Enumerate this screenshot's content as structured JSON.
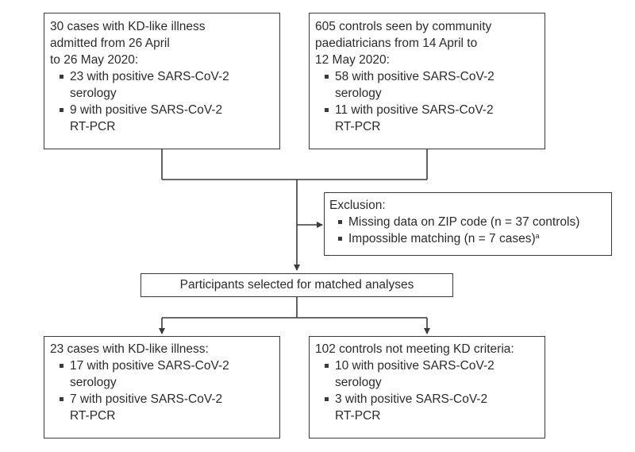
{
  "boxes": {
    "cases_initial": {
      "head": "30 cases with KD-like illness\nadmitted from 26 April\nto 26 May 2020:",
      "items": [
        "23 with positive SARS-CoV-2\nserology",
        "9 with positive SARS-CoV-2\nRT-PCR"
      ]
    },
    "controls_initial": {
      "head": "605 controls seen by community\npaediatricians from 14 April to\n12 May 2020:",
      "items": [
        "58 with positive SARS-CoV-2\nserology",
        "11 with positive SARS-CoV-2\nRT-PCR"
      ]
    },
    "exclusion": {
      "head": "Exclusion:",
      "items": [
        "Missing data on ZIP code (n = 37 controls)",
        "Impossible matching (n = 7 cases)"
      ],
      "footnote_marker": "a"
    },
    "selected": {
      "text": "Participants selected for matched analyses"
    },
    "cases_final": {
      "head": "23 cases with KD-like illness:",
      "items": [
        "17 with positive SARS-CoV-2\nserology",
        "7 with positive SARS-CoV-2\nRT-PCR"
      ]
    },
    "controls_final": {
      "head": "102 controls not meeting KD criteria:",
      "items": [
        "10 with positive SARS-CoV-2\nserology",
        "3 with positive SARS-CoV-2\nRT-PCR"
      ]
    }
  },
  "colors": {
    "line": "#3a3a3a",
    "text": "#2b2b2b"
  }
}
